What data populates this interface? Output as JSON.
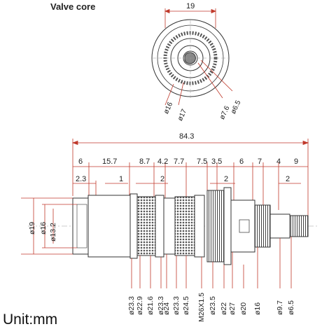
{
  "title": "Valve core",
  "unit_label": "Unit:mm",
  "top_view": {
    "width_dim": "19",
    "diameters": [
      "ø16",
      "ø17",
      "ø7.6",
      "ø6.5"
    ]
  },
  "overall_length": "84.3",
  "segments": [
    "6",
    "15.7",
    "8.7",
    "4.2",
    "7.7",
    "7.5",
    "3.5",
    "6",
    "7",
    "4",
    "9"
  ],
  "small_dims": {
    "d2_3": "2.3",
    "d1": "1",
    "d2a": "2",
    "d2b": "2",
    "d2c": "2"
  },
  "left_diameters": [
    "ø19",
    "ø16",
    "ø13.2"
  ],
  "bottom_diameters": [
    "ø23.3",
    "ø22.9",
    "ø21.6",
    "ø23.3",
    "ø24",
    "ø23.3",
    "ø24.5",
    "M26X1.5",
    "ø23.5",
    "ø22",
    "ø27",
    "ø20",
    "ø16",
    "ø9.7",
    "ø6.5"
  ],
  "colors": {
    "dim_line": "#c0392b",
    "outline": "#333333",
    "knurl": "#444444"
  }
}
